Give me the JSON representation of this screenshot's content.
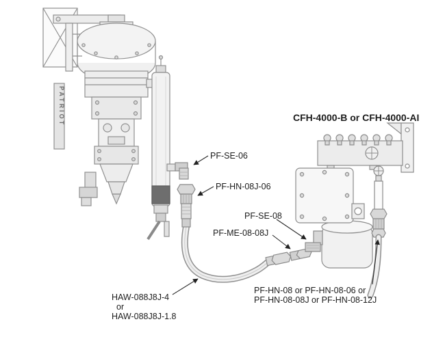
{
  "colors": {
    "background": "#ffffff",
    "line_art": "#8c8c8c",
    "label_text": "#1c1c1c"
  },
  "labels": {
    "title": "CFH-4000-B or CFH-4000-AI",
    "brand": "PATRIOT",
    "pf_se_06": "PF-SE-06",
    "pf_hn_08j_06": "PF-HN-08J-06",
    "pf_se_08": "PF-SE-08",
    "pf_me_08_08j": "PF-ME-08-08J",
    "haw_line1": "HAW-088J8J-4",
    "haw_line2": "or",
    "haw_line3": "HAW-088J8J-1.8",
    "pf_hn_line1": "PF-HN-08 or PF-HN-08-06 or",
    "pf_hn_line2": "PF-HN-08-08J or PF-HN-08-12J"
  }
}
